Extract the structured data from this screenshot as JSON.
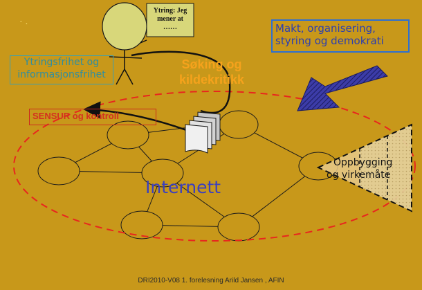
{
  "speech_bubble": {
    "line1": "Ytring: Jeg",
    "line2": "mener at",
    "line3": "……"
  },
  "labels": {
    "makt": {
      "line1": "Makt, organisering,",
      "line2": "styring og demokrati"
    },
    "ytringsfrihet": {
      "line1": "Ytringsfrihet og",
      "line2": "informasjonsfrihet"
    },
    "soking": {
      "line1": "Søking og",
      "line2": "kildekritikk"
    },
    "sensur": "SENSUR og kontroll",
    "internett": "Internett",
    "oppbygging": {
      "line1": "Oppbygging",
      "line2": "og virkemåte"
    }
  },
  "corner_marks": "· .",
  "footer": "DRI2010-V08  1. forelesning    Arild Jansen , AFIN",
  "colors": {
    "background": "#c8981a",
    "accent_blue": "#2d6fd3",
    "teal": "#2f8ea0",
    "red": "#d4311f",
    "orange": "#f5a21c",
    "arrow_navy": "#2a2a8c",
    "speech_bubble": "#d8d77a"
  }
}
